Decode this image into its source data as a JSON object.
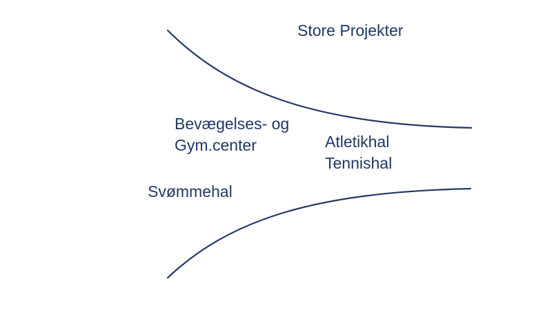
{
  "diagram": {
    "type": "funnel-diagram",
    "ink_color": "#1F3864",
    "background_color": "#FFFFFF",
    "title": {
      "text": "Store Projekter"
    },
    "labels": {
      "bevaegelses": {
        "text": "Bevægelses- og\nGym.center"
      },
      "atletikhal": {
        "text": "Atletikhal\nTennishal"
      },
      "svommehal": {
        "text": "Svømmehal"
      }
    },
    "curves": {
      "top": {
        "name": "funnel-top-curve"
      },
      "bottom": {
        "name": "funnel-bottom-curve"
      }
    }
  }
}
